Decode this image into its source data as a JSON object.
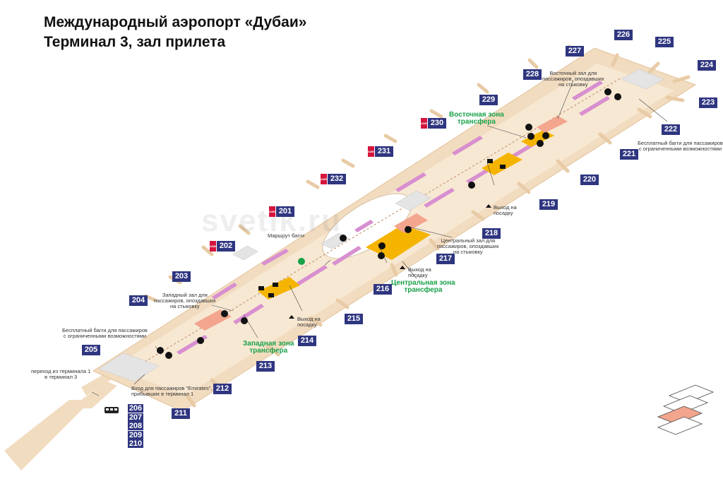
{
  "title_line1": "Международный аэропорт «Дубаи»",
  "title_line2": "Терминал 3, зал прилета",
  "watermark": "svetik.ru",
  "gates": {
    "g201": "201",
    "g202": "202",
    "g203": "203",
    "g204": "204",
    "g205": "205",
    "g211": "211",
    "g212": "212",
    "g213": "213",
    "g214": "214",
    "g215": "215",
    "g216": "216",
    "g217": "217",
    "g218": "218",
    "g219": "219",
    "g220": "220",
    "g221": "221",
    "g222": "222",
    "g223": "223",
    "g224": "224",
    "g225": "225",
    "g226": "226",
    "g227": "227",
    "g228": "228",
    "g229": "229",
    "g230": "230",
    "g231": "231",
    "g232": "232"
  },
  "gate_stack": [
    "206",
    "207",
    "208",
    "209",
    "210"
  ],
  "a380_badge": "A380",
  "labels": {
    "east_lounge": "Восточный зал для\nпассажиров, опоздавших\nна стыковку",
    "east_zone": "Восточная зона\nтрансфера",
    "free_buggy_east": "Бесплатный багги для пассажиров\nс ограниченными возможностями",
    "exit_east": "Выход на\nпосадку",
    "buggy_route": "Маршрут багги",
    "central_lounge": "Центральный зал для\nпассажиров, опоздавших\nна стыковку",
    "exit_central": "Выход на\nпосадку",
    "central_zone": "Центральная зона\nтрансфера",
    "west_lounge": "Западный зал для\nпассажиров, опоздавших\nна стыковку",
    "exit_west": "Выход на\nпосадку",
    "west_zone": "Западная зона\nтрансфера",
    "free_buggy_west": "Бесплатный багги для пассажиров\nс ограниченными возможностями",
    "transfer_t1": "переход из терминала 1\nв терминал 3",
    "emirates_entry": "Вход для пассажиров \"Emirates\",\nприбывших в терминал 1"
  },
  "colors": {
    "floor": "#f2dcc0",
    "floor_edge": "#e3c39c",
    "gate_bg": "#2f3680",
    "a380": "#d4143c",
    "transfer": "#f5b400",
    "lounge": "#f3a58e",
    "zone_text": "#1aa24a",
    "magenta": "#d88fd0"
  }
}
